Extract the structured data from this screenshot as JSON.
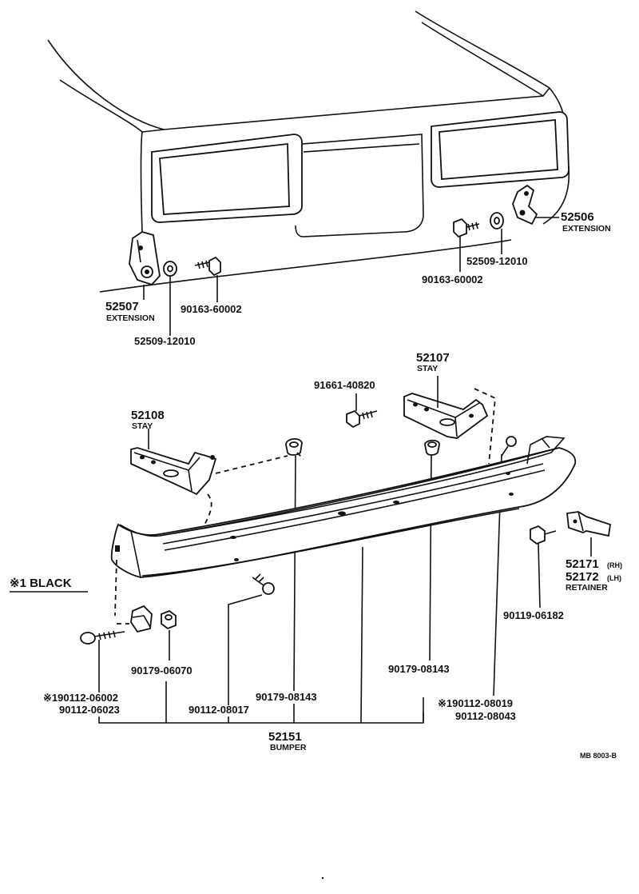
{
  "parts": {
    "ext_rh": {
      "number": "52506",
      "name": "EXTENSION"
    },
    "ext_lh": {
      "number": "52507",
      "name": "EXTENSION"
    },
    "nut_left": "52509-12010",
    "nut_right": "52509-12010",
    "bolt_left": "90163-60002",
    "bolt_right": "90163-60002",
    "stay_lh": {
      "number": "52108",
      "name": "STAY"
    },
    "stay_rh": {
      "number": "52107",
      "name": "STAY"
    },
    "bolt_top": "91661-40820",
    "retainer_rh": {
      "number": "52171",
      "suffix": "(RH)"
    },
    "retainer_lh": {
      "number": "52172",
      "suffix": "(LH)",
      "name": "RETAINER"
    },
    "bolt_retainer": "90119-06182",
    "note": "※1 BLACK",
    "nut_06070": "90179-06070",
    "grommet_left": "90179-08143",
    "grommet_right": "90179-08143",
    "bolt_left_a": "※190112-06002",
    "bolt_left_b": "90112-06023",
    "bolt_08017": "90112-08017",
    "bolt_right_a": "※190112-08019",
    "bolt_right_b": "90112-08043",
    "bumper": {
      "number": "52151",
      "name": "BUMPER"
    },
    "figure_code": "MB 8003-B"
  }
}
